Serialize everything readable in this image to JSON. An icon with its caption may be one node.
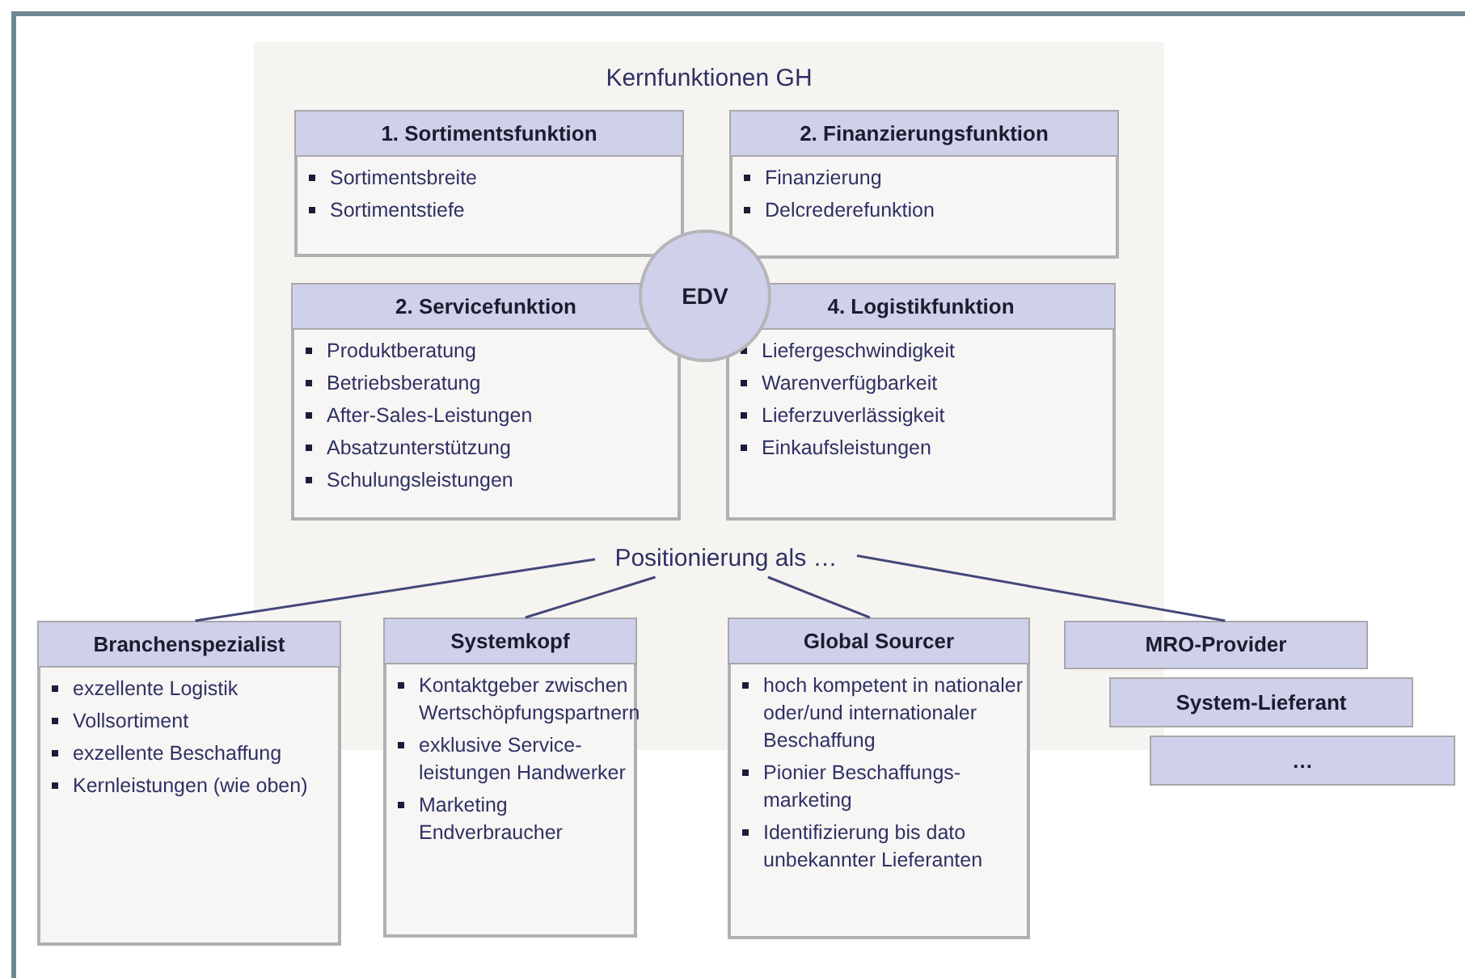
{
  "diagram": {
    "nodes": [
      {
        "text": [
          "Kernfunktionen GH"
        ]
      },
      {
        "text": [
          "1. Sortimentsfunktion",
          "Sortimentsbreite",
          "Sortimentstiefe"
        ],
        "in": 0
      },
      {
        "text": [
          "2. Finanzierungsfunktion",
          "Finanzierung",
          "Delcrederefunktion"
        ],
        "in": 0
      },
      {
        "text": [
          "2. Servicefunktion",
          "Produktberatung",
          "Betriebsberatung",
          "After-Sales-Leistungen",
          "Absatzunterstützung",
          "Schulungsleistungen"
        ],
        "in": 0
      },
      {
        "text": [
          "4. Logistikfunktion",
          "Liefergeschwindigkeit",
          "Warenverfügbarkeit",
          "Lieferzuverlässigkeit",
          "Einkaufsleistungen"
        ],
        "in": 0
      },
      {
        "text": [
          "EDV"
        ],
        "in": 0
      },
      {
        "text": [
          "Positionierung als …"
        ],
        "in": 0
      },
      {
        "text": [
          "Branchenspezialist",
          "exzellente Logistik",
          "Vollsortiment",
          "exzellente Beschaffung",
          "Kernleistungen (wie oben)"
        ]
      },
      {
        "text": [
          "Systemkopf",
          "Kontaktgeber zwischen Wertschöpfungspartnern",
          "exklusive Service-leistungen Handwerker",
          "Marketing Endverbraucher"
        ]
      },
      {
        "text": [
          "Global Sourcer",
          "hoch kompetent in nationaler oder/und internationaler Beschaffung",
          "Pionier Beschaffungs-marketing",
          "Identifizierung bis dato unbekannter Lieferanten"
        ]
      },
      {
        "text": [
          "MRO-Provider"
        ]
      },
      {
        "text": [
          "System-Lieferant"
        ]
      },
      {
        "text": [
          "…"
        ]
      }
    ],
    "edges": [
      {
        "from": 6,
        "to": 7,
        "arrow": "none"
      },
      {
        "from": 6,
        "to": 8,
        "arrow": "none"
      },
      {
        "from": 6,
        "to": 9,
        "arrow": "none"
      },
      {
        "from": 6,
        "to": 10,
        "arrow": "none"
      }
    ]
  }
}
